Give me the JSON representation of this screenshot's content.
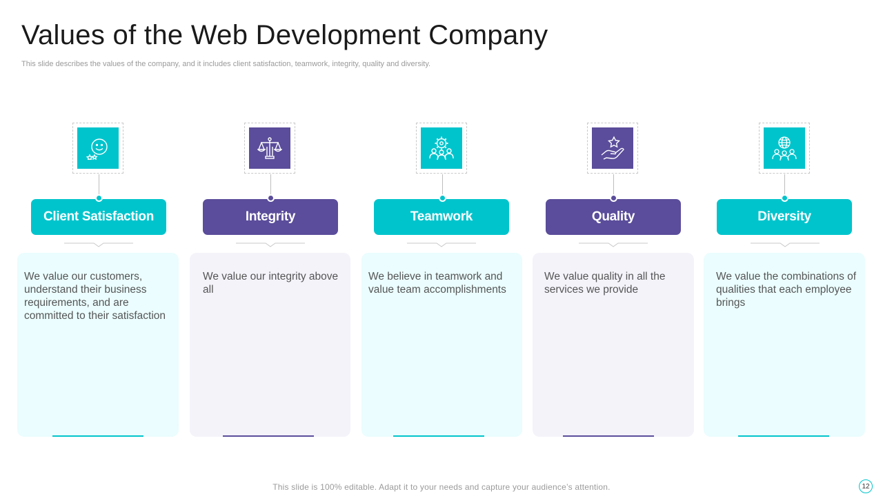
{
  "slide": {
    "title": "Values of the Web Development Company",
    "subtitle": "This slide describes the values of the company, and it includes client satisfaction, teamwork, integrity, quality and diversity.",
    "footer": "This slide is 100% editable. Adapt it to your needs and capture your audience’s attention.",
    "page_number": "12"
  },
  "colors": {
    "teal": "#00c4cc",
    "purple": "#5b4d9b",
    "teal_card": "#ebfdfe",
    "purple_card": "#f4f3fa"
  },
  "values": [
    {
      "label": "Client Satisfaction",
      "description": "We value our customers, understand their business requirements, and are committed to their satisfaction",
      "icon": "smiley-face-icon",
      "theme": "teal"
    },
    {
      "label": "Integrity",
      "description": "We value our integrity above all",
      "icon": "balance-scale-icon",
      "theme": "purple"
    },
    {
      "label": "Teamwork",
      "description": "We believe in teamwork and value team accomplishments",
      "icon": "team-gear-icon",
      "theme": "teal"
    },
    {
      "label": "Quality",
      "description": "We value quality in all the services we provide",
      "icon": "hand-star-icon",
      "theme": "purple"
    },
    {
      "label": "Diversity",
      "description": "We value the combinations of qualities that each employee brings",
      "icon": "globe-people-icon",
      "theme": "teal"
    }
  ]
}
